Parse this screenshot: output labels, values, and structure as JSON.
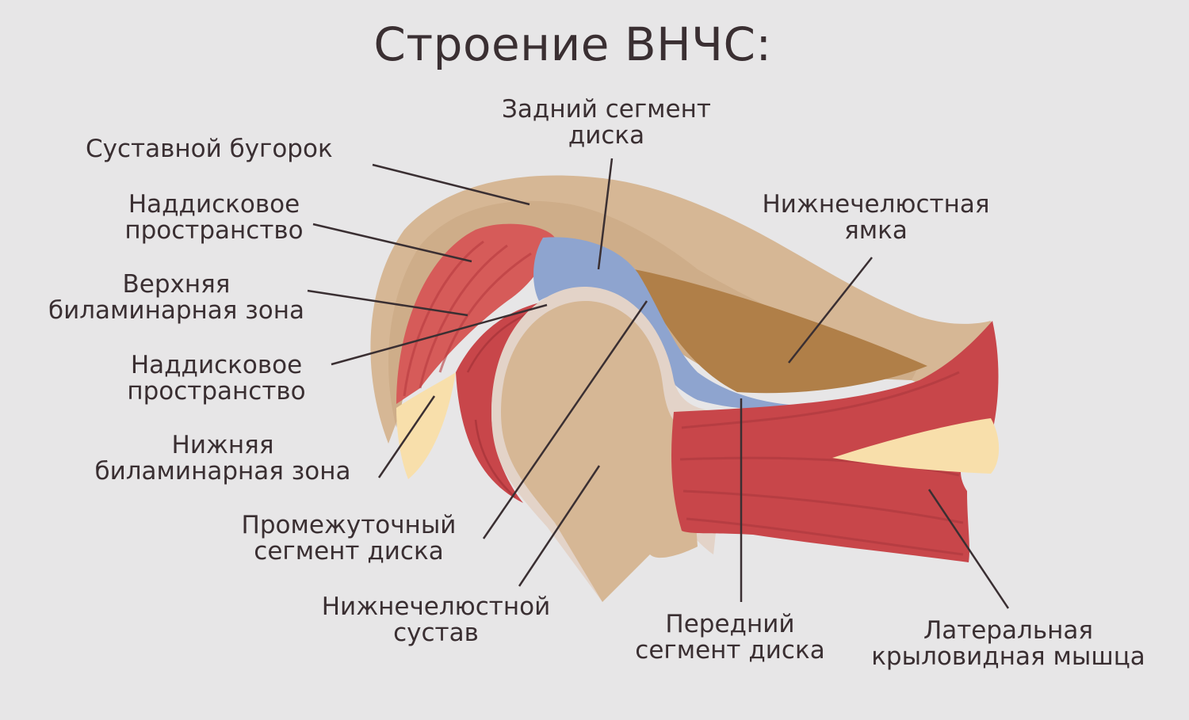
{
  "title": "Строение ВНЧС:",
  "colors": {
    "background": "#e7e6e7",
    "bone": "#d6b795",
    "bone_inner": "#c9a580",
    "muscle": "#c8464a",
    "muscle_light": "#d65b59",
    "disc": "#8ea4cf",
    "fossa": "#b07f48",
    "fat": "#f8dfab",
    "cartilage": "#e3d3c8",
    "text": "#3a2f32"
  },
  "labels": {
    "articular_tubercle": [
      "Суставной бугорок"
    ],
    "posterior_disc": [
      "Задний сегмент",
      "диска"
    ],
    "supradisc_space_1": [
      "Наддисковое",
      "пространство"
    ],
    "mandibular_fossa": [
      "Нижнечелюстная",
      "ямка"
    ],
    "upper_bilaminar": [
      "Верхняя",
      "биламинарная зона"
    ],
    "supradisc_space_2": [
      "Наддисковое",
      "пространство"
    ],
    "lower_bilaminar": [
      "Нижняя",
      "биламинарная зона"
    ],
    "intermediate_disc": [
      "Промежуточный",
      "сегмент диска"
    ],
    "mandibular_joint": [
      "Нижнечелюстной",
      "сустав"
    ],
    "anterior_disc": [
      "Передний",
      "сегмент диска"
    ],
    "lateral_pterygoid": [
      "Латеральная",
      "крыловидная мышца"
    ]
  }
}
